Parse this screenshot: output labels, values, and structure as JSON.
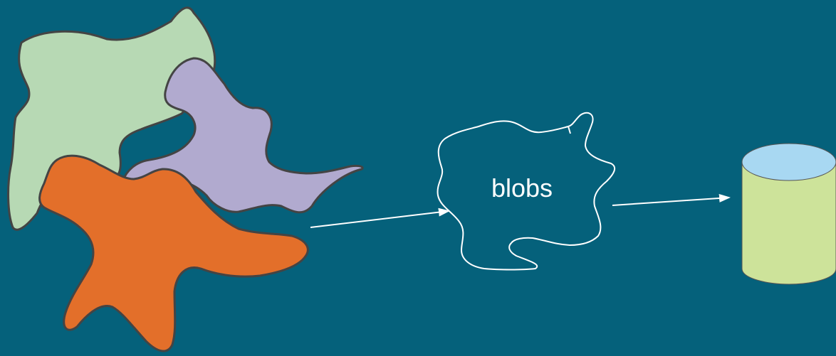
{
  "colors": {
    "background": "#05617b",
    "green_shape": "#b7d9b4",
    "purple_shape": "#b1aacf",
    "orange_shape": "#e36f2a",
    "shape_outline": "#444444",
    "blob_outline": "#ffffff",
    "arrow": "#ffffff",
    "cylinder_top": "#a8d8f2",
    "cylinder_body": "#cde39a",
    "cylinder_outline": "#555555"
  },
  "blob": {
    "label": "blobs"
  },
  "icons": [
    "source-shapes",
    "blob-cloud",
    "database-cylinder",
    "arrow-right"
  ]
}
